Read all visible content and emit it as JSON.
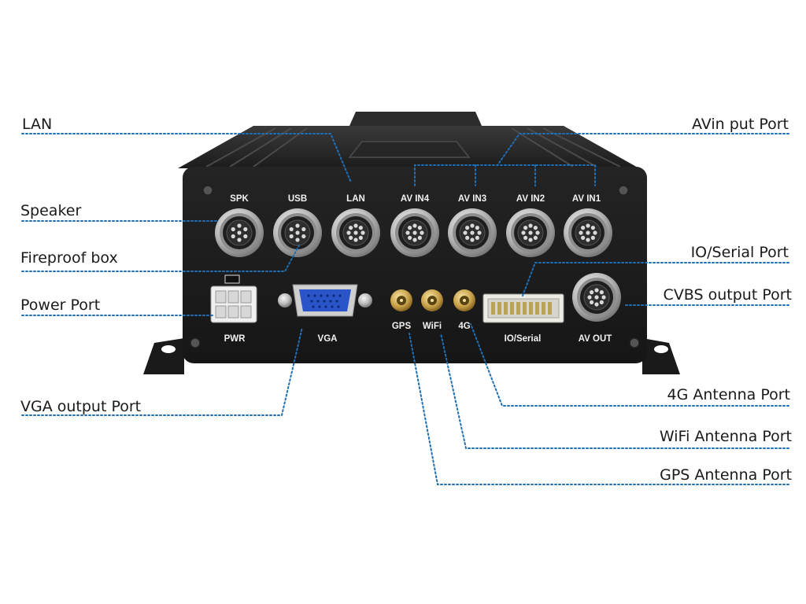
{
  "callouts": {
    "lan": "LAN",
    "avin": "AVin put Port",
    "speaker": "Speaker",
    "fireproof": "Fireproof box",
    "power": "Power Port",
    "io_serial": "IO/Serial Port",
    "cvbs": "CVBS output Port",
    "vga_output": "VGA output Port",
    "antenna_4g": "4G Antenna Port",
    "antenna_wifi": "WiFi Antenna Port",
    "antenna_gps": "GPS Antenna Port"
  },
  "ports": {
    "spk": "SPK",
    "usb": "USB",
    "lan": "LAN",
    "av_in4": "AV IN4",
    "av_in3": "AV IN3",
    "av_in2": "AV IN2",
    "av_in1": "AV IN1",
    "pwr": "PWR",
    "vga": "VGA",
    "gps": "GPS",
    "wifi": "WiFi",
    "g4": "4G",
    "io_serial": "IO/Serial",
    "av_out": "AV OUT"
  },
  "colors": {
    "leader_line": "#1f6fb5",
    "housing": "#1b1b1b",
    "vga_connector": "#2a55c8",
    "antenna_gold": "#c9a24a"
  }
}
